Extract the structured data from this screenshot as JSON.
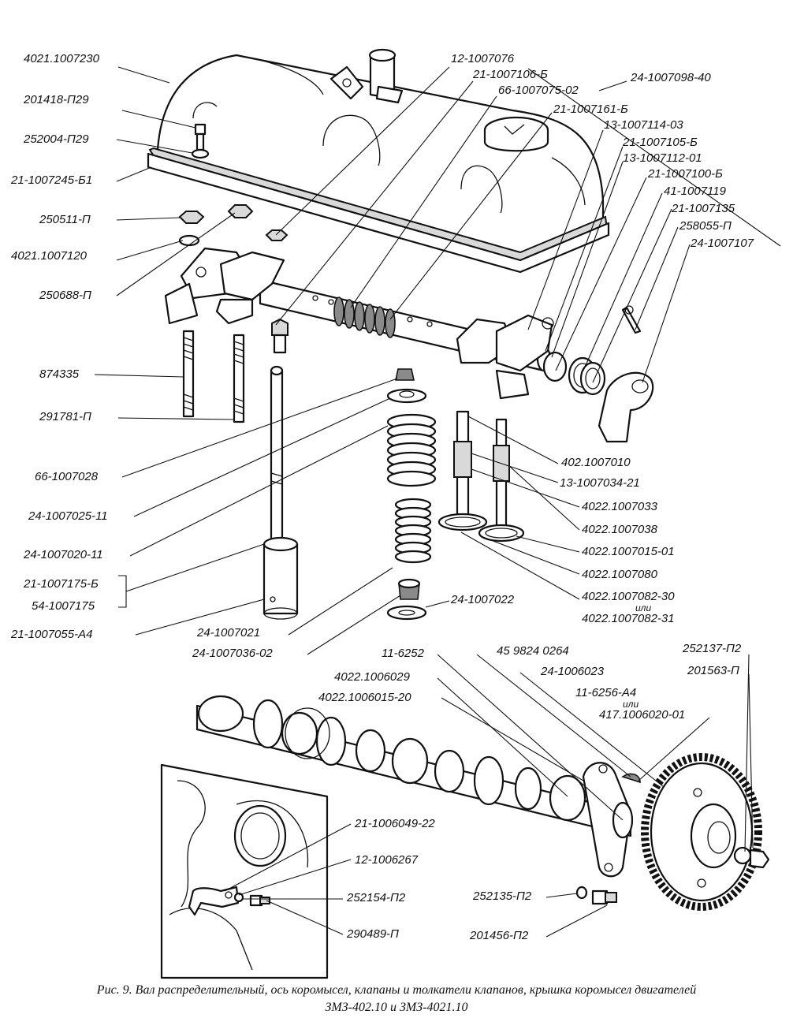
{
  "labels": {
    "l01": "4021.1007230",
    "l02": "201418-П29",
    "l03": "252004-П29",
    "l04": "21-1007245-Б1",
    "l05": "250511-П",
    "l06": "4021.1007120",
    "l07": "250688-П",
    "l08": "874335",
    "l09": "291781-П",
    "l10": "66-1007028",
    "l11": "24-1007025-11",
    "l12": "24-1007020-11",
    "l13": "21-1007175-Б",
    "l14": "54-1007175",
    "l15": "21-1007055-А4",
    "l16": "24-1007021",
    "l17": "24-1007036-02",
    "l18": "12-1007076",
    "l19": "21-1007106-Б",
    "l20": "66-1007075-02",
    "l21": "24-1007098-40",
    "l22": "21-1007161-Б",
    "l23": "13-1007114-03",
    "l24": "21-1007105-Б",
    "l25": "13-1007112-01",
    "l26": "21-1007100-Б",
    "l27": "41-1007119",
    "l28": "21-1007135",
    "l29": "258055-П",
    "l30": "24-1007107",
    "l31": "402.1007010",
    "l32": "13-1007034-21",
    "l33": "4022.1007033",
    "l34": "4022.1007038",
    "l35": "4022.1007015-01",
    "l36": "4022.1007080",
    "l37": "4022.1007082-30",
    "l38": "или",
    "l39": "4022.1007082-31",
    "l40": "24-1007022",
    "l41": "11-6252",
    "l42": "45 9824 0264",
    "l43": "4022.1006029",
    "l44": "24-1006023",
    "l45": "4022.1006015-20",
    "l46": "11-6256-А4",
    "l47": "или",
    "l48": "417.1006020-01",
    "l49": "252137-П2",
    "l50": "201563-П",
    "l51": "21-1006049-22",
    "l52": "12-1006267",
    "l53": "252154-П2",
    "l54": "290489-П",
    "l55": "252135-П2",
    "l56": "201456-П2"
  },
  "caption": {
    "line1": "Рис. 9. Вал распределительный, ось коромысел, клапаны и толкатели клапанов, крышка коромысел двигателей",
    "line2": "ЗМЗ-402.10 и ЗМЗ-4021.10"
  }
}
